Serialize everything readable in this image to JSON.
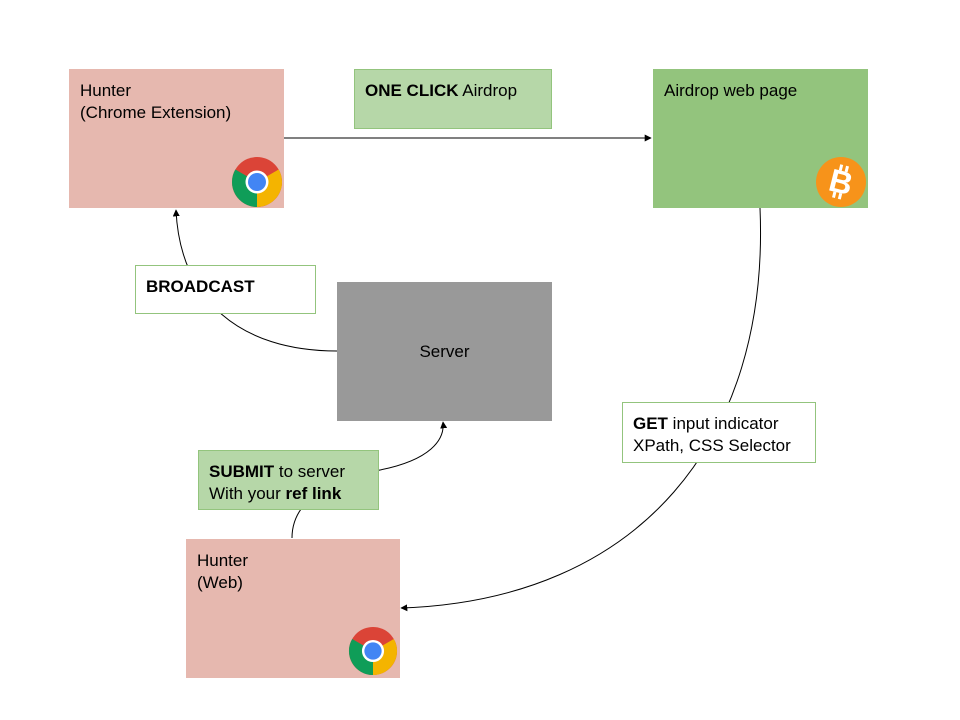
{
  "nodes": {
    "hunter_ext": {
      "line1": "Hunter",
      "line2": "(Chrome Extension)"
    },
    "one_click": {
      "bold": "ONE CLICK",
      "rest": " Airdrop"
    },
    "airdrop_page": {
      "label": "Airdrop web page"
    },
    "broadcast": {
      "bold": "BROADCAST"
    },
    "server": {
      "label": "Server"
    },
    "get_box": {
      "bold": "GET",
      "rest": " input indicator",
      "line2": "XPath, CSS Selector"
    },
    "submit_box": {
      "bold": "SUBMIT",
      "rest": " to server",
      "line2_prefix": "With your ",
      "line2_bold": "ref link"
    },
    "hunter_web": {
      "line1": "Hunter",
      "line2": "(Web)"
    }
  },
  "icons": {
    "chrome": "chrome-icon",
    "bitcoin": "bitcoin-icon"
  },
  "colors": {
    "pink": "#e6b8af",
    "light_green": "#b6d7a8",
    "green": "#93c47d",
    "gray": "#999999",
    "bitcoin_orange": "#f7931a"
  }
}
